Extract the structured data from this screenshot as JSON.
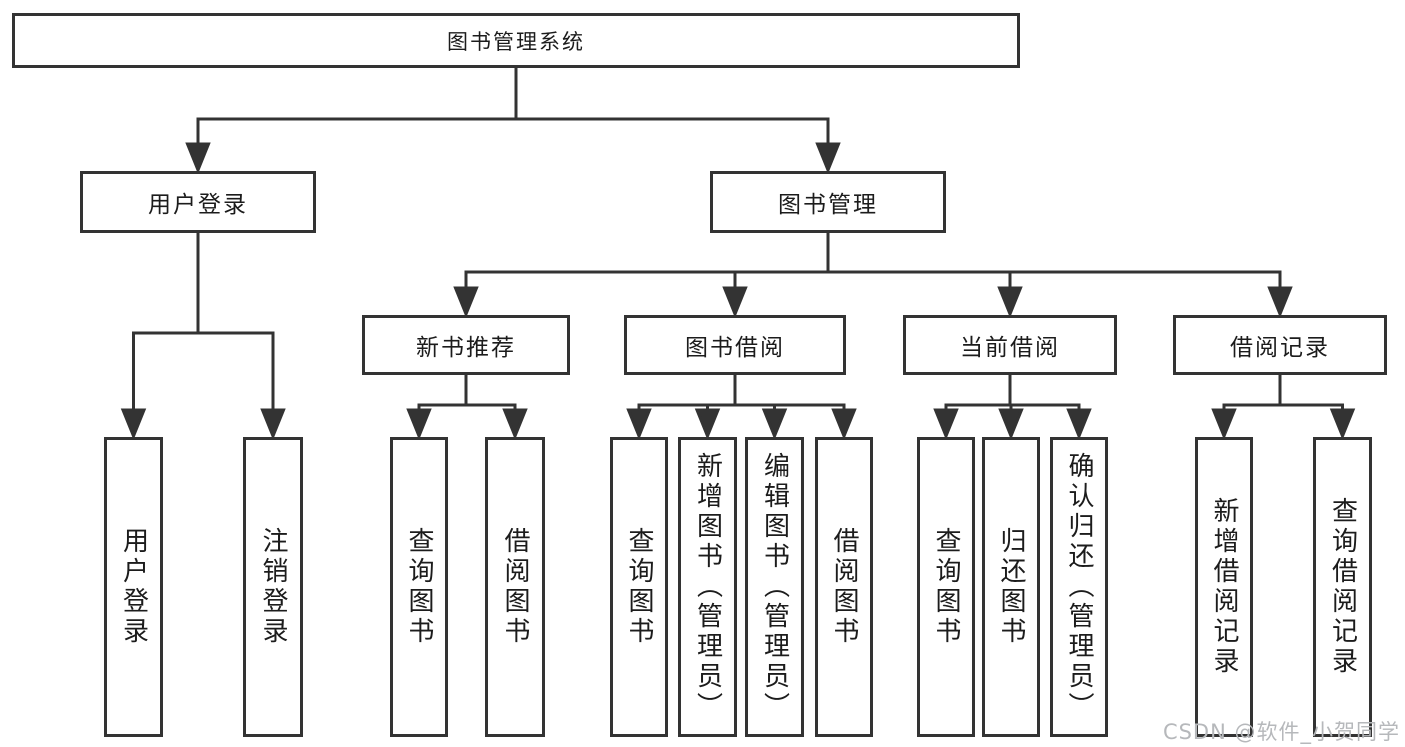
{
  "diagram": {
    "title": "图书管理系统",
    "colors": {
      "line": "#333333",
      "text": "#1c1c1c",
      "background": "#ffffff",
      "watermark": "#b6b8bb"
    },
    "nodes": {
      "root": {
        "label": "图书管理系统",
        "children": [
          "user_login",
          "book_mgmt"
        ]
      },
      "user_login": {
        "label": "用户登录",
        "children": [
          "leaf_user_login",
          "leaf_logout"
        ]
      },
      "book_mgmt": {
        "label": "图书管理",
        "children": [
          "new_book_rec",
          "book_borrow",
          "current_borrow",
          "borrow_record"
        ]
      },
      "new_book_rec": {
        "label": "新书推荐",
        "children": [
          "leaf_rec_query_book",
          "leaf_rec_borrow_book"
        ]
      },
      "book_borrow": {
        "label": "图书借阅",
        "children": [
          "leaf_bb_query_book",
          "leaf_bb_add_book",
          "leaf_bb_edit_book",
          "leaf_bb_borrow_book"
        ]
      },
      "current_borrow": {
        "label": "当前借阅",
        "children": [
          "leaf_cb_query_book",
          "leaf_cb_return_book",
          "leaf_cb_confirm_return"
        ]
      },
      "borrow_record": {
        "label": "借阅记录",
        "children": [
          "leaf_br_add_record",
          "leaf_br_query_record"
        ]
      },
      "leaf_user_login": {
        "label": "用户登录"
      },
      "leaf_logout": {
        "label": "注销登录"
      },
      "leaf_rec_query_book": {
        "label": "查询图书"
      },
      "leaf_rec_borrow_book": {
        "label": "借阅图书"
      },
      "leaf_bb_query_book": {
        "label": "查询图书"
      },
      "leaf_bb_add_book": {
        "label": "新增图书（管理员）"
      },
      "leaf_bb_edit_book": {
        "label": "编辑图书（管理员）"
      },
      "leaf_bb_borrow_book": {
        "label": "借阅图书"
      },
      "leaf_cb_query_book": {
        "label": "查询图书"
      },
      "leaf_cb_return_book": {
        "label": "归还图书"
      },
      "leaf_cb_confirm_return": {
        "label": "确认归还（管理员）"
      },
      "leaf_br_add_record": {
        "label": "新增借阅记录"
      },
      "leaf_br_query_record": {
        "label": "查询借阅记录"
      }
    },
    "watermark": "CSDN @软件_小贺同学"
  }
}
